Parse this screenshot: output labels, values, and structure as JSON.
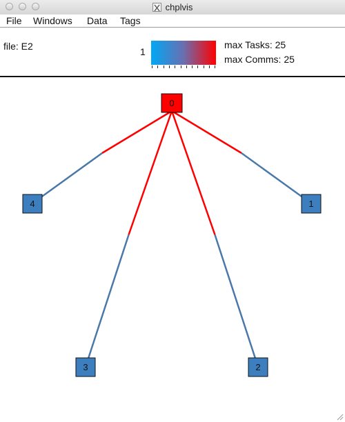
{
  "window": {
    "title": "chplvis",
    "title_icon": "x11-icon",
    "controls": [
      "close-button",
      "minimize-button",
      "zoom-button"
    ]
  },
  "menubar": {
    "items": [
      "File",
      "Windows",
      "Data",
      "Tags"
    ]
  },
  "header": {
    "file_text": "file: E2",
    "legend_min": "1",
    "max_tasks": "max Tasks: 25",
    "max_comms": "max Comms: 25",
    "gradient_colors": [
      "#00a8f5",
      "#ff0000"
    ]
  },
  "graph": {
    "node_fill": "#3d7ebf",
    "hot_node_fill": "#ff0000",
    "edge_cold_color": "#4a78a8",
    "edge_hot_color": "#ff0000",
    "nodes": [
      {
        "id": "0",
        "label": "0",
        "hot": true
      },
      {
        "id": "1",
        "label": "1",
        "hot": false
      },
      {
        "id": "2",
        "label": "2",
        "hot": false
      },
      {
        "id": "3",
        "label": "3",
        "hot": false
      },
      {
        "id": "4",
        "label": "4",
        "hot": false
      }
    ],
    "edges": [
      {
        "from": "0",
        "to": "1"
      },
      {
        "from": "0",
        "to": "2"
      },
      {
        "from": "0",
        "to": "3"
      },
      {
        "from": "0",
        "to": "4"
      }
    ]
  }
}
